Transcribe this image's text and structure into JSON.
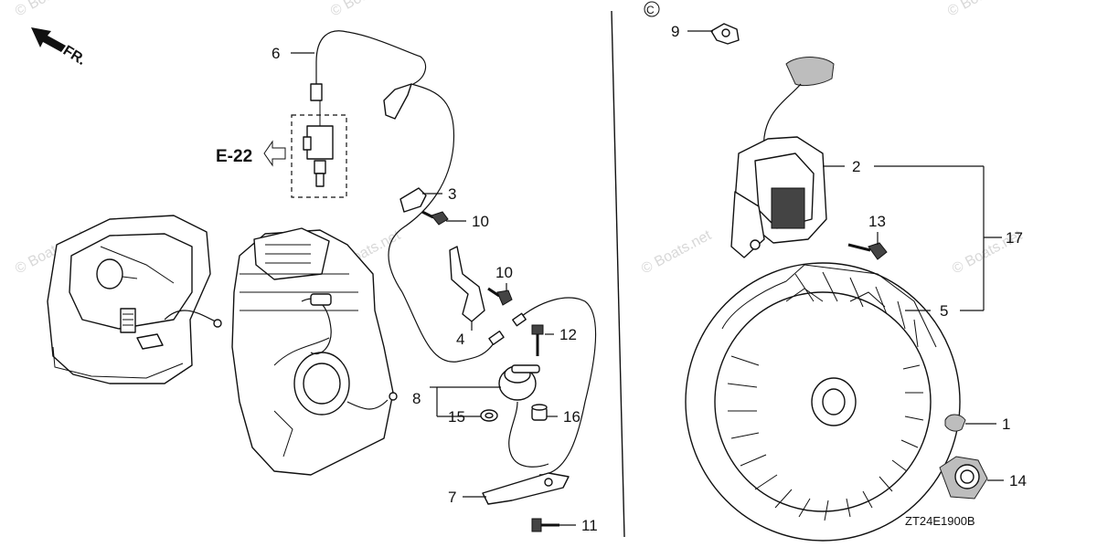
{
  "direction_label": "FR.",
  "reference": {
    "label": "E-22"
  },
  "diagram_code": "ZT24E1900B",
  "watermarks": [
    "© Boats.net",
    "© Boats.net",
    "© Boats.net",
    "© Boats.net",
    "© Boats.net",
    "© Boats.net",
    "© Boats.net"
  ],
  "callouts": {
    "c1": "1",
    "c2": "2",
    "c3": "3",
    "c4": "4",
    "c5": "5",
    "c6": "6",
    "c7": "7",
    "c8": "8",
    "c9": "9",
    "c10a": "10",
    "c10b": "10",
    "c11": "11",
    "c12": "12",
    "c13": "13",
    "c14": "14",
    "c15": "15",
    "c16": "16",
    "c17": "17"
  }
}
